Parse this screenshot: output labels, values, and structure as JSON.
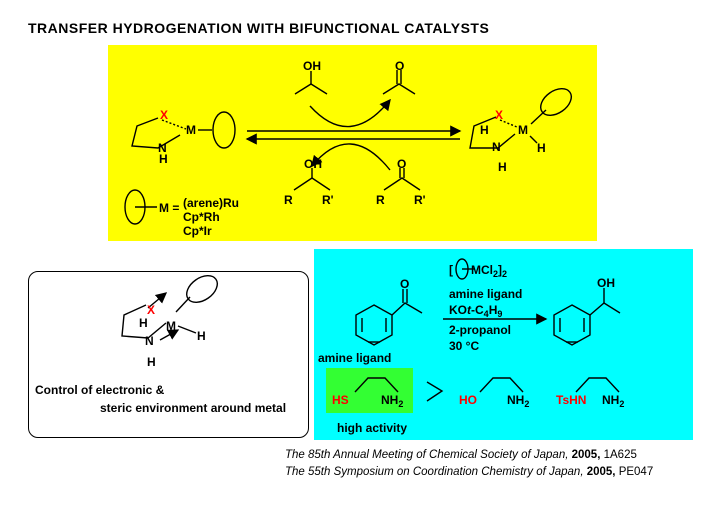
{
  "title": "TRANSFER  HYDROGENATION  WITH  BIFUNCTIONAL  CATALYSTS",
  "scheme": {
    "oh": "OH",
    "o": "O",
    "x": "X",
    "m": "M",
    "n": "N",
    "h": "H",
    "r": "R",
    "r_prime": "R'",
    "m_equals": "M =",
    "metals": [
      "(arene)Ru",
      "Cp*Rh",
      "Cp*Ir"
    ]
  },
  "control": {
    "line1": "Control of electronic &",
    "line2": "steric environment  around metal"
  },
  "reaction": {
    "bracket_open": "[",
    "mcl2": "MCl",
    "mcl2_sub": "2",
    "bracket_close": "]",
    "bracket_sub": "2",
    "amine_ligand": "amine ligand",
    "kot_a": "KO",
    "kot_b": "t",
    "kot_c": "-C",
    "kot_sub1": "4",
    "kot_d": "H",
    "kot_sub2": "9",
    "solvent": "2-propanol",
    "temp": "30 °C",
    "amine_ligand_label": "amine ligand",
    "product_oh": "OH"
  },
  "ligands": {
    "hs": "HS",
    "nh": "NH",
    "sub2": "2",
    "ho": "HO",
    "tshn": "TsHN",
    "gt": ">",
    "high_activity": "high activity"
  },
  "refs": [
    {
      "italic": "The 85th Annual Meeting of Chemical Society of Japan,",
      "year": " 2005,",
      "code": " 1A625"
    },
    {
      "italic": "The 55th Symposium on Coordination Chemistry of Japan,",
      "year": "  2005,",
      "code": " PE047"
    }
  ],
  "colors": {
    "yellow": "#ffff00",
    "cyan": "#00ffff",
    "green": "#33ff33",
    "red": "#ff0000"
  }
}
